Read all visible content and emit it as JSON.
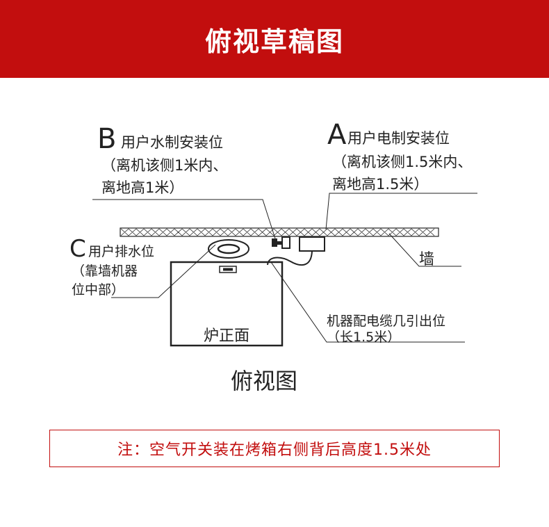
{
  "header": {
    "title": "俯视草稿图"
  },
  "labels": {
    "b": {
      "letter": "B",
      "line1": "用户水制安装位",
      "line2": "（离机该侧1米内、",
      "line3": "离地高1米）"
    },
    "a": {
      "letter": "A",
      "line1": "用户电制安装位",
      "line2": "（离机该侧1.5米内、",
      "line3": "离地高1.5米）"
    },
    "c": {
      "letter": "C",
      "line1": "用户排水位",
      "line2": "（靠墙机器",
      "line3": "位中部）"
    },
    "wall": "墙",
    "cable": {
      "line1": "机器配电缆几引出位",
      "line2": "（长1.5米）"
    },
    "front": "炉正面",
    "caption": "俯视图"
  },
  "note": "注：空气开关装在烤箱右侧背后高度1.5米处",
  "colors": {
    "brand_red": "#c20e0e",
    "line": "#222222"
  }
}
